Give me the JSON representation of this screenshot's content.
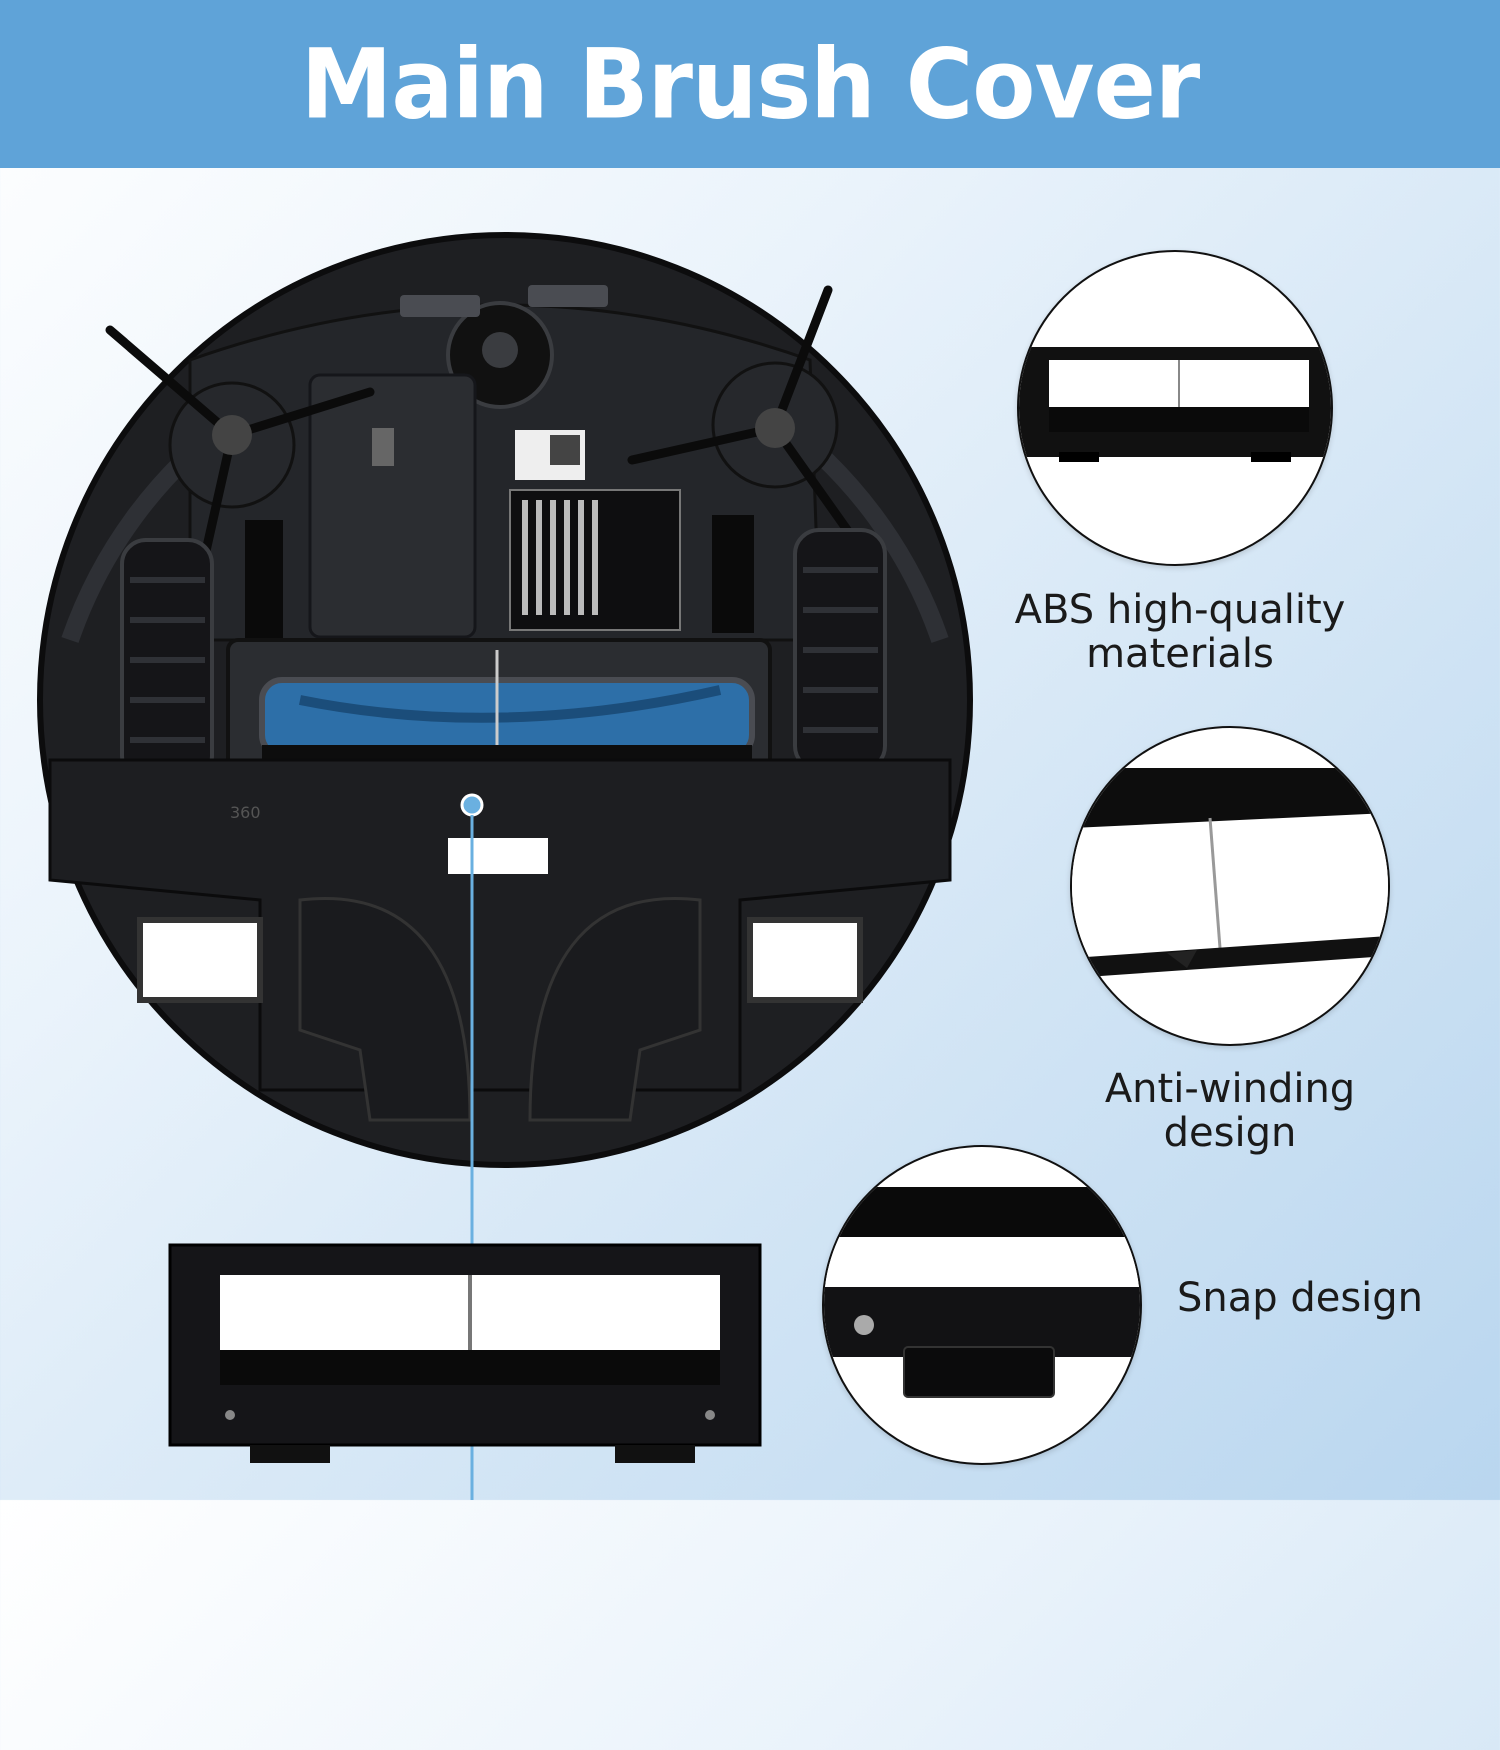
{
  "title": "Main Brush Cover",
  "features": [
    {
      "label": "ABS high-quality materials",
      "line1": "ABS high-quality",
      "line2": "materials"
    },
    {
      "label": "Anti-winding design",
      "line1": "Anti-winding",
      "line2": "design"
    },
    {
      "label": "Snap design",
      "line1": "Snap design",
      "line2": ""
    }
  ],
  "robot_mark": "360",
  "colors": {
    "banner": "#5fa3d8",
    "banner_text": "#ffffff",
    "pointer_line": "#6ab0e0",
    "robot_body": "#1e1f22",
    "brush_roll": "#2d6fa8"
  }
}
